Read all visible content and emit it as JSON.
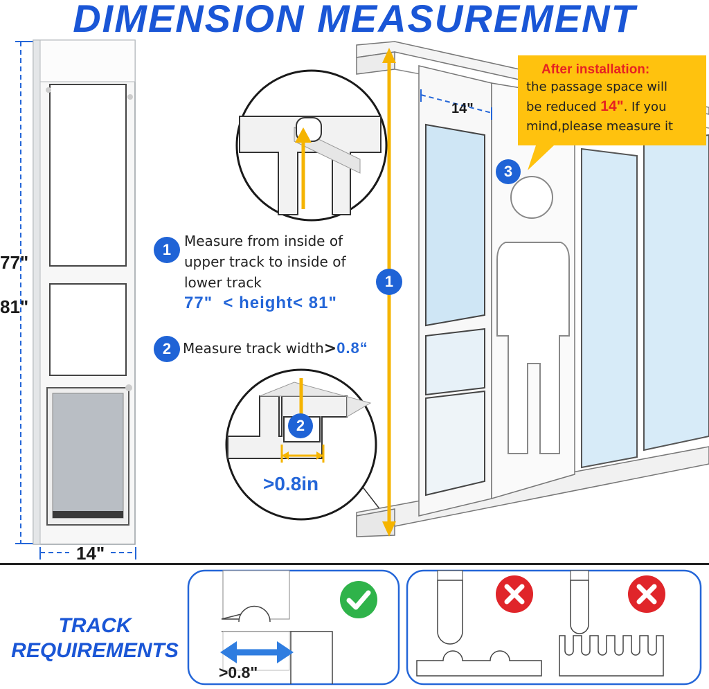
{
  "title": "DIMENSION MEASUREMENT",
  "door": {
    "height_min": "77\"",
    "height_max": "81\"",
    "width": "14\""
  },
  "steps": [
    {
      "number": "1",
      "lines": [
        "Measure from inside of",
        "upper track to inside of",
        "lower track"
      ],
      "value": "77\"  < height< 81\""
    },
    {
      "number": "2",
      "text": "Measure track width",
      "value_prefix": ">",
      "value": "0.8“"
    }
  ],
  "callout": {
    "number": "3",
    "heading": "After installation:",
    "line1": "the passage space will",
    "line2_prefix": "be reduced ",
    "line2_value": "14\"",
    "line2_suffix": ". If you",
    "line3": "mind,please measure it"
  },
  "scene": {
    "top_width": "14\"",
    "track_badge": "2",
    "track_width": ">0.8in",
    "height_badge": "1"
  },
  "track_requirements": {
    "label_line1": "TRACK",
    "label_line2": "REQUIREMENTS",
    "good_width": ">0.8\""
  },
  "colors": {
    "brand_blue": "#1a56d6",
    "badge_blue": "#1f63d6",
    "arrow_yellow": "#f5b400",
    "callout_yellow": "#ffc20e",
    "error_red": "#e0252a",
    "ok_green": "#2fb34a"
  },
  "icons": [
    "check-icon",
    "cross-icon",
    "person-silhouette-icon"
  ]
}
